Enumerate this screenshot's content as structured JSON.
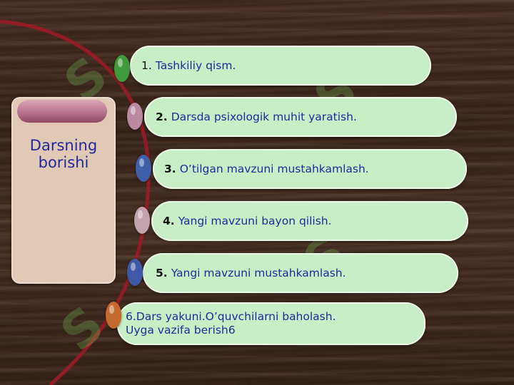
{
  "panel": {
    "title": "Darsning\n borishi"
  },
  "items": [
    {
      "num": "1.",
      "num_bold": false,
      "text": "Tashkiliy qism."
    },
    {
      "num": "2.",
      "num_bold": true,
      "text": "Darsda psixologik  muhit yaratish."
    },
    {
      "num": "3.",
      "num_bold": true,
      "text": "O’tilgan mavzuni mustahkamlash."
    },
    {
      "num": "4.",
      "num_bold": true,
      "text": "Yangi mavzuni bayon  qilish."
    },
    {
      "num": "5.",
      "num_bold": true,
      "text": "Yangi mavzuni mustahkamlash."
    },
    {
      "num": "",
      "num_bold": false,
      "text": "6.Dars yakuni.O’quvchilarni baholash.\nUyga vazifa berish6"
    }
  ],
  "colors": {
    "text_blue": "#1f2a9c",
    "pill_fill": "#c8eec5",
    "panel_fill": "#e2c9b6",
    "arc_red": "#a11a25",
    "bullets": [
      "#3e9a3a",
      "#b98aa0",
      "#3f5fa8",
      "#c4a3ad",
      "#3e5aa6",
      "#c46a2c"
    ]
  }
}
